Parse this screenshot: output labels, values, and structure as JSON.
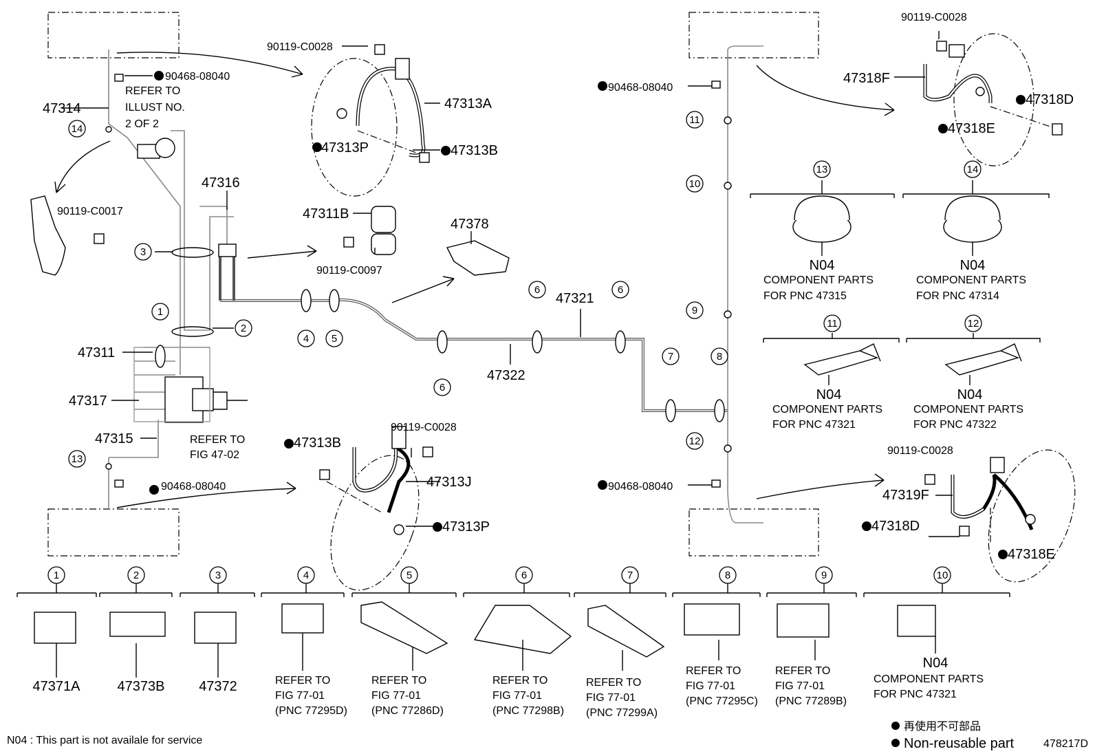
{
  "diagram_code": "478217D",
  "legend": {
    "jp_text": "再使用不可部品",
    "en_text": "Non-reusable part",
    "note": "N04 : This part is not availale for service"
  },
  "labels": {
    "l_47314": "47314",
    "l_47311": "47311",
    "l_47317": "47317",
    "l_47315": "47315",
    "l_47316": "47316",
    "l_47311b": "47311B",
    "l_47378": "47378",
    "l_47321": "47321",
    "l_47322": "47322",
    "l_47313a": "47313A",
    "l_47313b_top": "47313B",
    "l_47313p_top": "47313P",
    "l_47313b_bot": "47313B",
    "l_47313j": "47313J",
    "l_47313p_bot": "47313P",
    "l_47318f": "47318F",
    "l_47318d_top": "47318D",
    "l_47318e_top": "47318E",
    "l_47319f": "47319F",
    "l_47318d_bot": "47318D",
    "l_47318e_bot": "47318E",
    "bolt_tl": "90119-C0028",
    "bolt_mid": "90119-C0028",
    "bolt_tr": "90119-C0028",
    "bolt_br": "90119-C0028",
    "bolt_c0017": "90119-C0017",
    "bolt_c0097": "90119-C0097",
    "clip_tl": "90468-08040",
    "clip_bl": "90468-08040",
    "clip_tr": "90468-08040",
    "clip_br": "90468-08040",
    "refer_illust_1": "REFER TO",
    "refer_illust_2": "ILLUST NO.",
    "refer_illust_3": "2 OF 2",
    "refer_fig_1": "REFER TO",
    "refer_fig_2": "FIG 47-02"
  },
  "callouts": [
    "1",
    "2",
    "3",
    "4",
    "5",
    "6",
    "7",
    "8",
    "9",
    "10",
    "11",
    "12",
    "13",
    "14"
  ],
  "component_parts": [
    {
      "num": "13",
      "code": "N04",
      "line1": "COMPONENT PARTS",
      "line2": "FOR PNC 47315"
    },
    {
      "num": "14",
      "code": "N04",
      "line1": "COMPONENT PARTS",
      "line2": "FOR PNC 47314"
    },
    {
      "num": "11",
      "code": "N04",
      "line1": "COMPONENT PARTS",
      "line2": "FOR PNC 47321"
    },
    {
      "num": "12",
      "code": "N04",
      "line1": "COMPONENT PARTS",
      "line2": "FOR PNC 47322"
    }
  ],
  "clamps": [
    {
      "num": "1",
      "l1": "47371A",
      "l2": "",
      "l3": ""
    },
    {
      "num": "2",
      "l1": "47373B",
      "l2": "",
      "l3": ""
    },
    {
      "num": "3",
      "l1": "47372",
      "l2": "",
      "l3": ""
    },
    {
      "num": "4",
      "l1": "REFER TO",
      "l2": "FIG 77-01",
      "l3": "(PNC 77295D)"
    },
    {
      "num": "5",
      "l1": "REFER TO",
      "l2": "FIG 77-01",
      "l3": "(PNC 77286D)"
    },
    {
      "num": "6",
      "l1": "REFER TO",
      "l2": "FIG 77-01",
      "l3": "(PNC 77298B)"
    },
    {
      "num": "7",
      "l1": "REFER TO",
      "l2": "FIG 77-01",
      "l3": "(PNC 77299A)"
    },
    {
      "num": "8",
      "l1": "REFER TO",
      "l2": "FIG 77-01",
      "l3": "(PNC 77295C)"
    },
    {
      "num": "9",
      "l1": "REFER TO",
      "l2": "FIG 77-01",
      "l3": "(PNC 77289B)"
    },
    {
      "num": "10",
      "l1": "N04",
      "l2": "COMPONENT PARTS",
      "l3": "FOR PNC 47321"
    }
  ]
}
